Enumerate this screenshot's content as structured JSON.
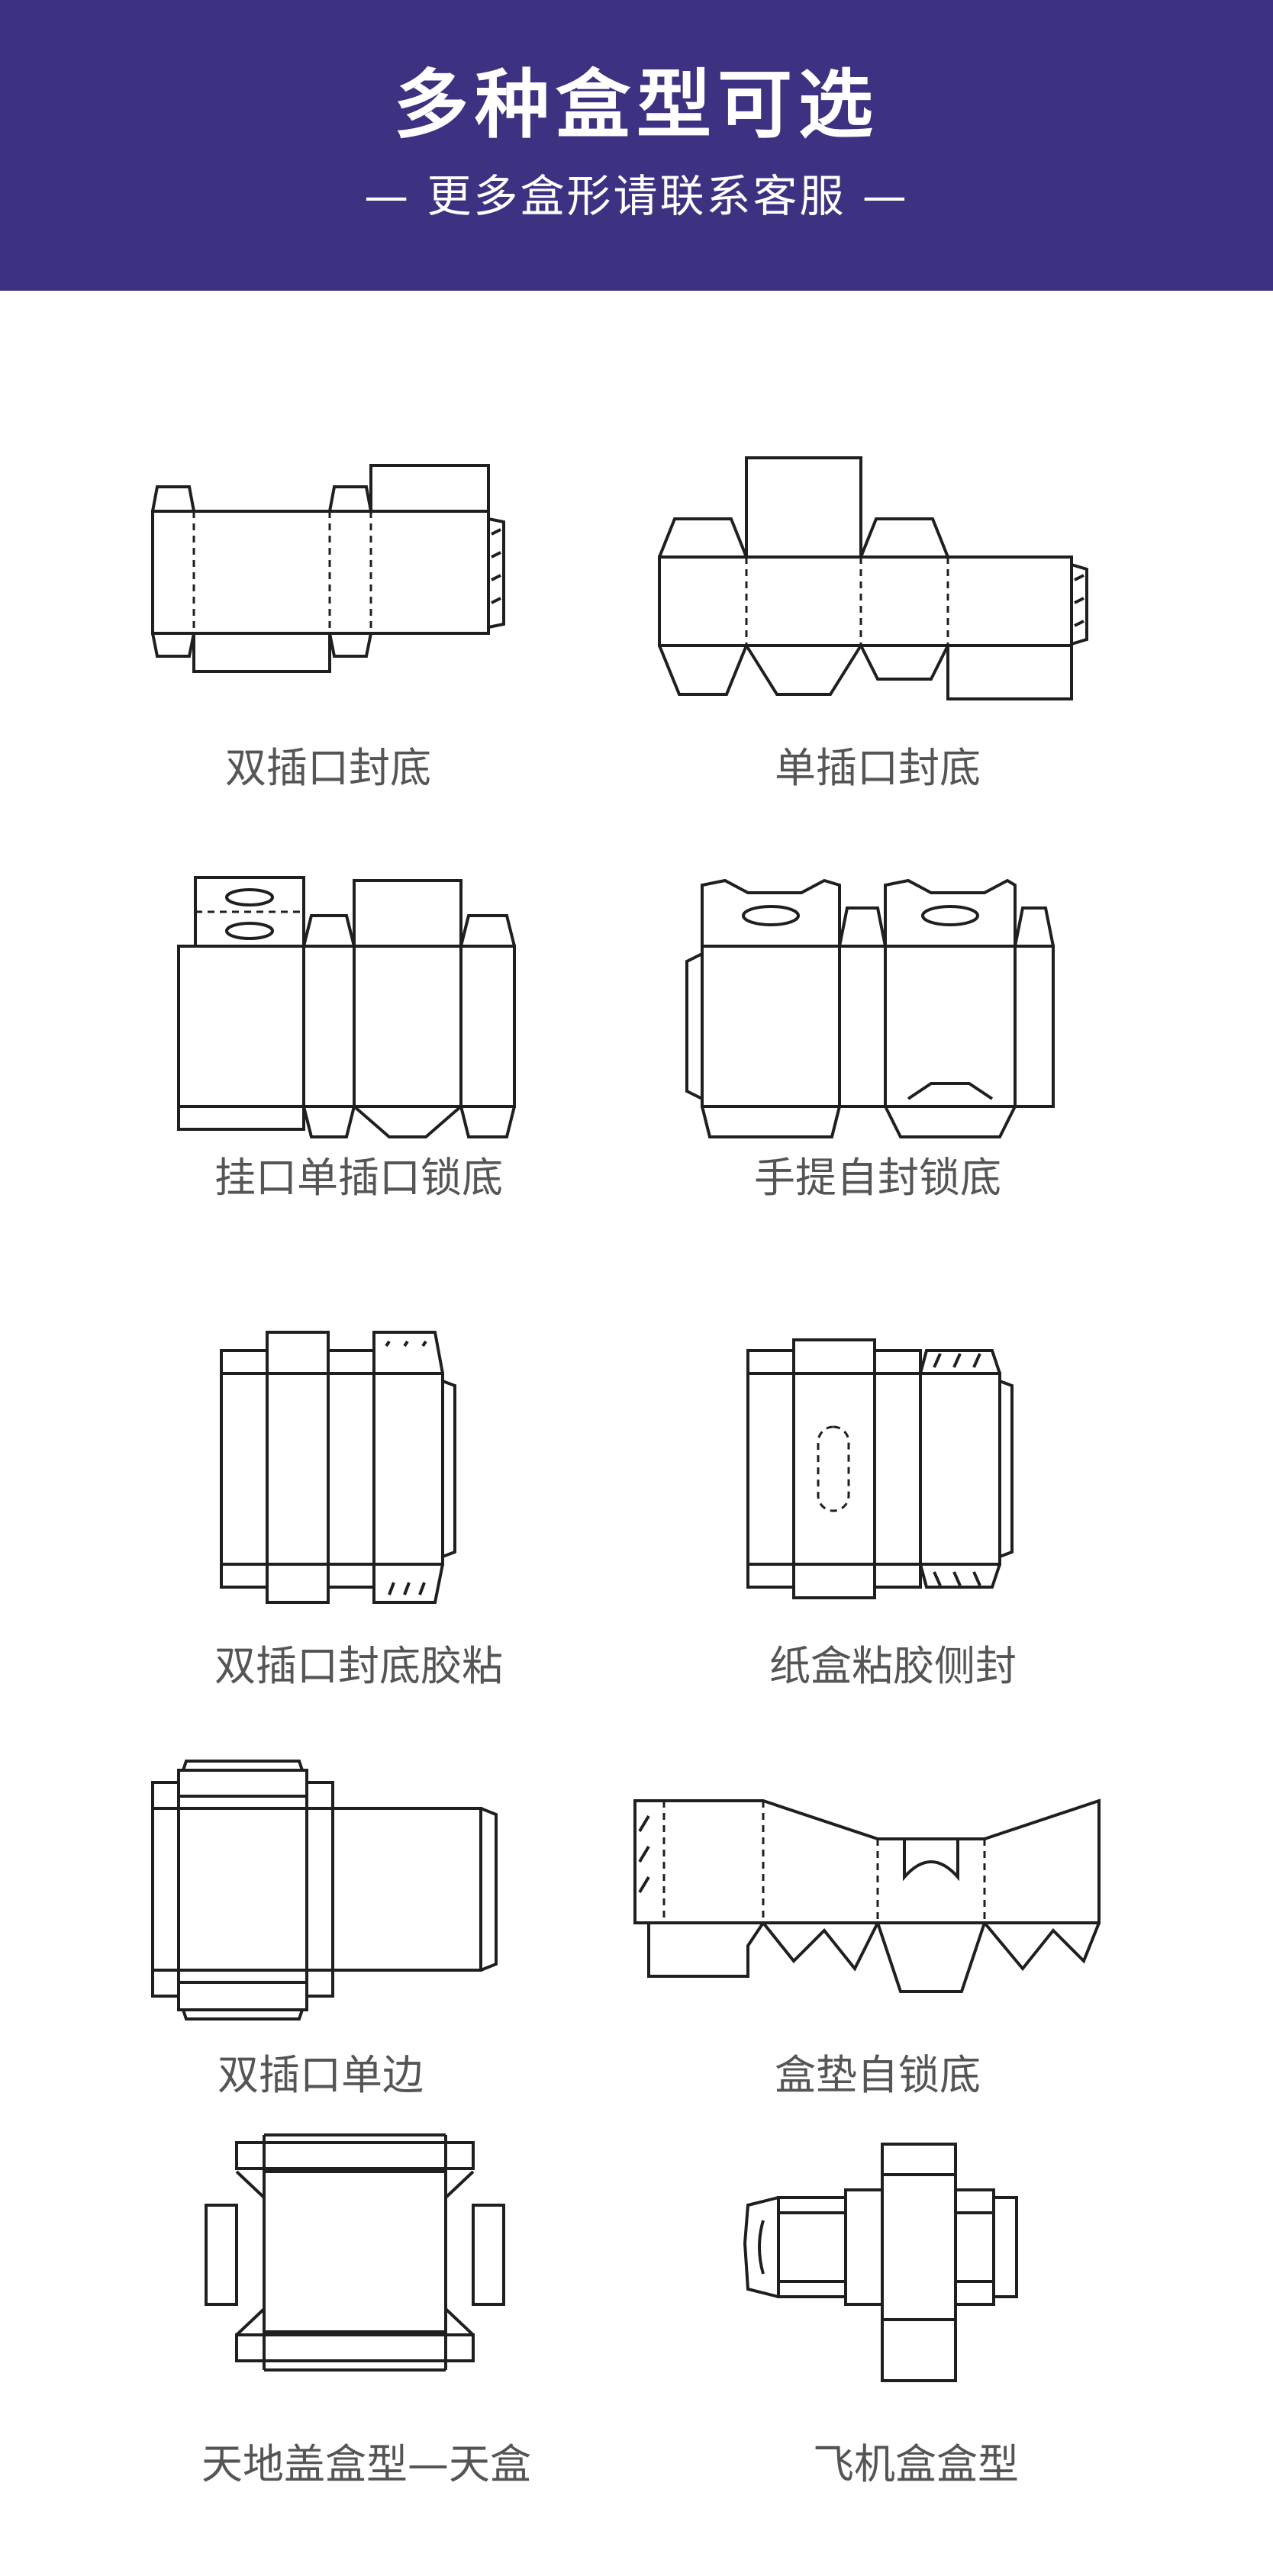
{
  "header": {
    "title": "多种盒型可选",
    "subtitle": "— 更多盒形请联系客服 —"
  },
  "colors": {
    "banner_background": "#3d3282",
    "banner_text": "#ffffff",
    "caption_text": "#555555",
    "diagram_line": "#1f1f1f"
  },
  "box_types": [
    {
      "label": "双插口封底",
      "icon": "double-tuck-end-dieline"
    },
    {
      "label": "单插口封底",
      "icon": "single-tuck-end-dieline"
    },
    {
      "label": "挂口单插口锁底",
      "icon": "hanger-tuck-lock-bottom-dieline"
    },
    {
      "label": "手提自封锁底",
      "icon": "handle-self-lock-bottom-dieline"
    },
    {
      "label": "双插口封底胶粘",
      "icon": "double-tuck-glued-dieline"
    },
    {
      "label": "纸盒粘胶侧封",
      "icon": "side-glued-carton-dieline"
    },
    {
      "label": "双插口单边",
      "icon": "double-tuck-single-side-dieline"
    },
    {
      "label": "盒垫自锁底",
      "icon": "tray-self-lock-bottom-dieline"
    },
    {
      "label": "天地盖盒型—天盒",
      "icon": "lid-and-base-lid-dieline"
    },
    {
      "label": "飞机盒盒型",
      "icon": "mailer-box-dieline"
    }
  ]
}
